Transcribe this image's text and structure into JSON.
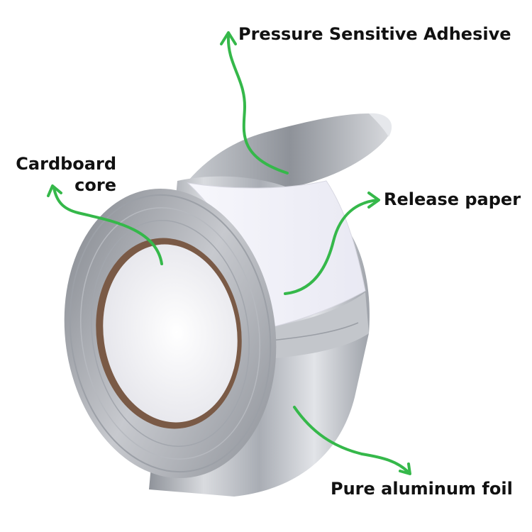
{
  "image": {
    "background": "#ffffff",
    "arrow_color": "#35b84a",
    "foil_color": "#b9bcc2",
    "core_color": "#7a5a46",
    "paper_color": "#f5f5fb"
  },
  "labels": {
    "adhesive": "Pressure Sensitive Adhesive",
    "cardboard_line1": "Cardboard",
    "cardboard_line2": "core",
    "release": "Release paper",
    "foil": "Pure aluminum foil"
  }
}
